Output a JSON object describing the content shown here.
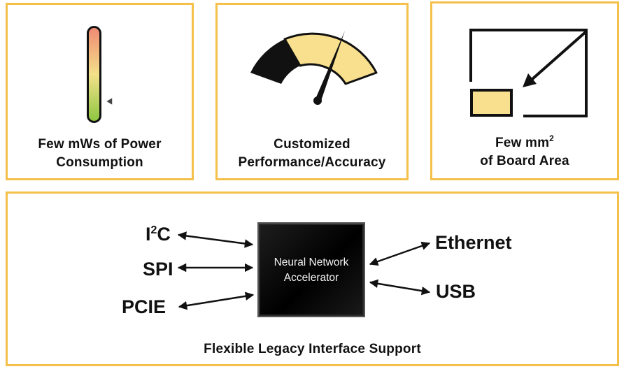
{
  "panels": {
    "power": {
      "caption_line1": "Few mWs of Power",
      "caption_line2": "Consumption",
      "icon": "thermometer-gauge-icon",
      "level_fraction": 0.1
    },
    "performance": {
      "caption_line1": "Customized",
      "caption_line2": "Performance/Accuracy",
      "icon": "speedometer-gauge-icon"
    },
    "area": {
      "caption_line1_prefix": "Few mm",
      "caption_line1_sup": "2",
      "caption_line2": "of Board Area",
      "icon": "board-shrink-icon"
    }
  },
  "interfaces": {
    "left": {
      "i2c_base": "I",
      "i2c_sup": "2",
      "i2c_suffix": "C",
      "spi": "SPI",
      "pcie": "PCIE"
    },
    "right": {
      "ethernet": "Ethernet",
      "usb": "USB"
    },
    "chip_line1": "Neural Network",
    "chip_line2": "Accelerator",
    "caption": "Flexible Legacy Interface Support"
  },
  "colors": {
    "panel_border": "#f5c04a",
    "highlight_fill": "#f8e08e",
    "dark": "#111111",
    "thermo_top": "#f08872",
    "thermo_bottom": "#8cc63f"
  }
}
